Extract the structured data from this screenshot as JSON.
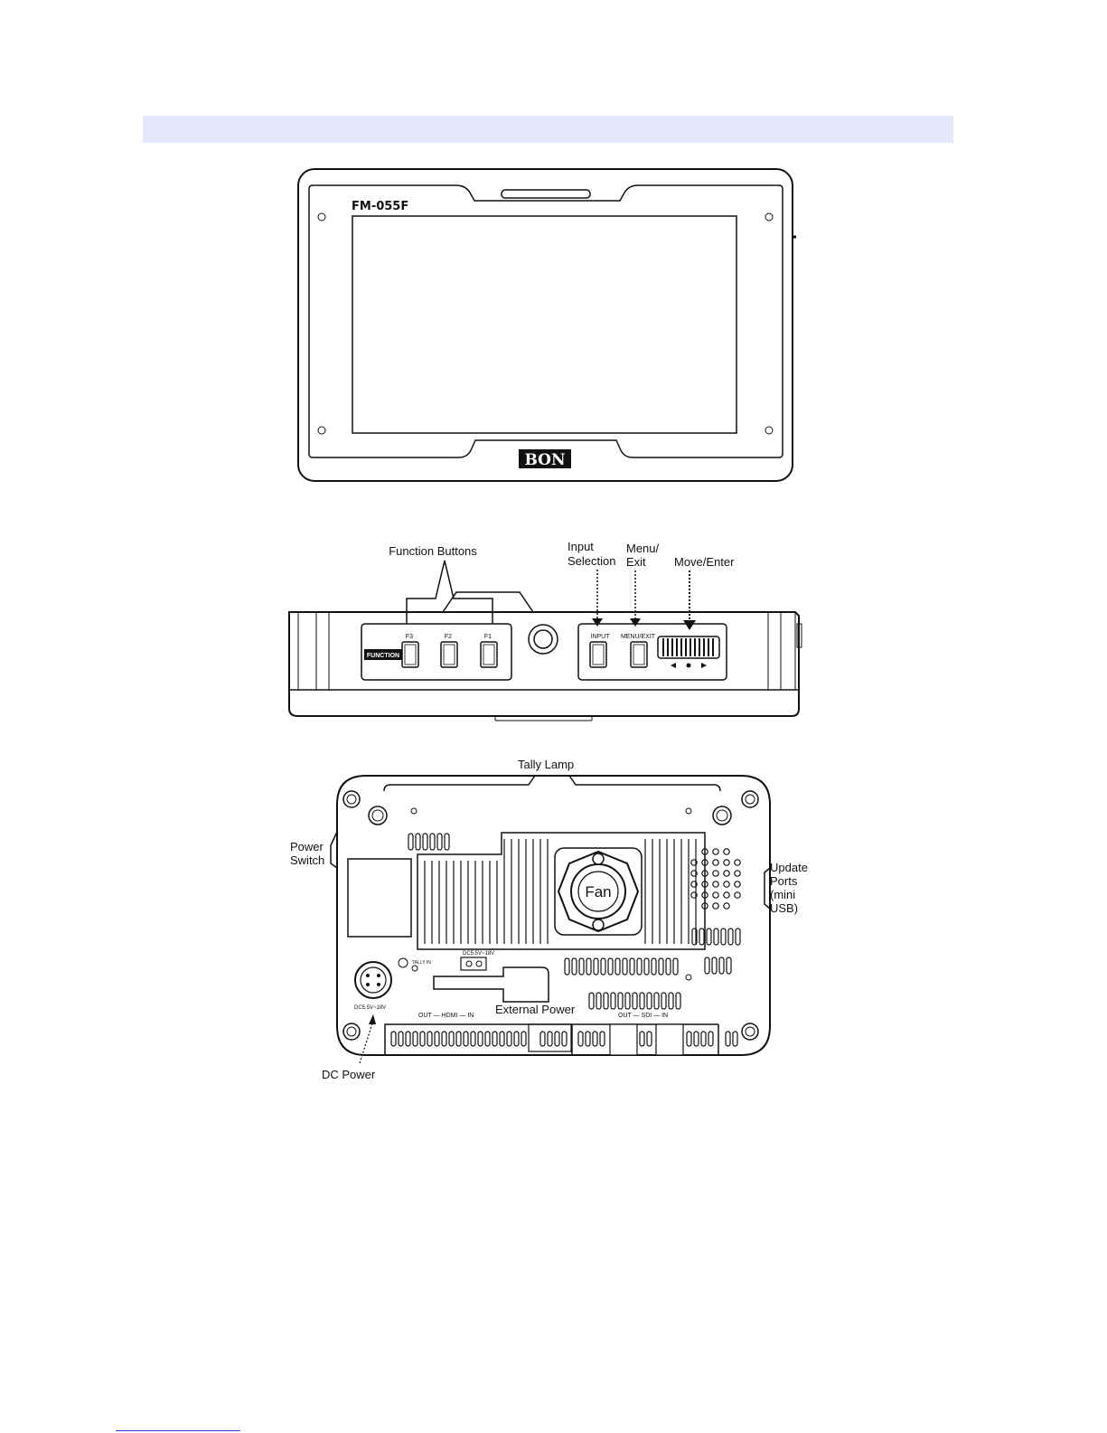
{
  "front": {
    "model": "FM-055F",
    "brand": "BON"
  },
  "side": {
    "function_buttons_label": "Function Buttons",
    "input_selection_label": [
      "Input",
      "Selection"
    ],
    "menu_exit_label": [
      "Menu/",
      "Exit"
    ],
    "move_enter_label": "Move/Enter",
    "function_badge": "FUNCTION",
    "f3": "F3",
    "f2": "F2",
    "f1": "F1",
    "input_key": "INPUT",
    "menu_key": "MENU/EXIT"
  },
  "rear": {
    "tally_lamp": "Tally Lamp",
    "power_switch": [
      "Power",
      "Switch"
    ],
    "update_ports": [
      "Update",
      "Ports",
      "(mini",
      "USB)"
    ],
    "fan": "Fan",
    "external_power": "External Power",
    "dc_power": "DC Power",
    "dc_range": "DC5.5V~18V",
    "dc_range_small": "DC5.5V~18V",
    "tally_in": "TALLY IN",
    "hdmi": "OUT — HDMI — IN",
    "sdi": "OUT — SDI — IN"
  }
}
